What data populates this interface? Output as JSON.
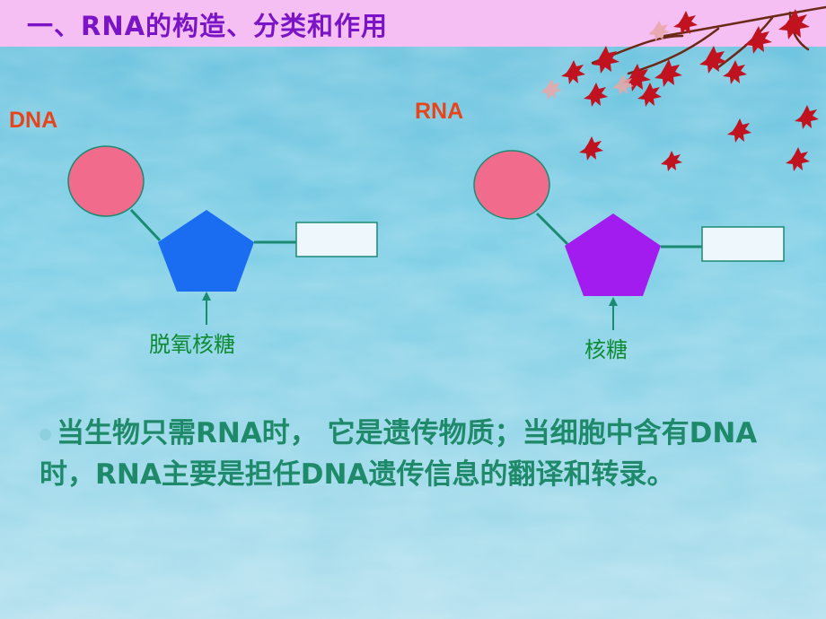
{
  "slide": {
    "title": "一、RNA的构造、分类和作用",
    "dna_label": "DNA",
    "rna_label": "RNA",
    "dna_sugar_label": "脱氧核糖",
    "rna_sugar_label": "核糖",
    "paragraph": "当生物只需RNA时， 它是遗传物质；当细胞中含有DNA时，RNA主要是担任DNA遗传信息的翻译和转录。"
  },
  "colors": {
    "title_bar": "#f6bff3",
    "title_text": "#7a14c6",
    "label_red": "#e8441c",
    "phosphate": "#f06b8c",
    "dna_sugar": "#1a6cf0",
    "rna_sugar": "#a21cf0",
    "bond": "#1a8a72",
    "sugar_label": "#0d8a32",
    "paragraph_text": "#1f8a6a"
  },
  "icons": {
    "decoration": "red-maple-leaves-branch"
  }
}
